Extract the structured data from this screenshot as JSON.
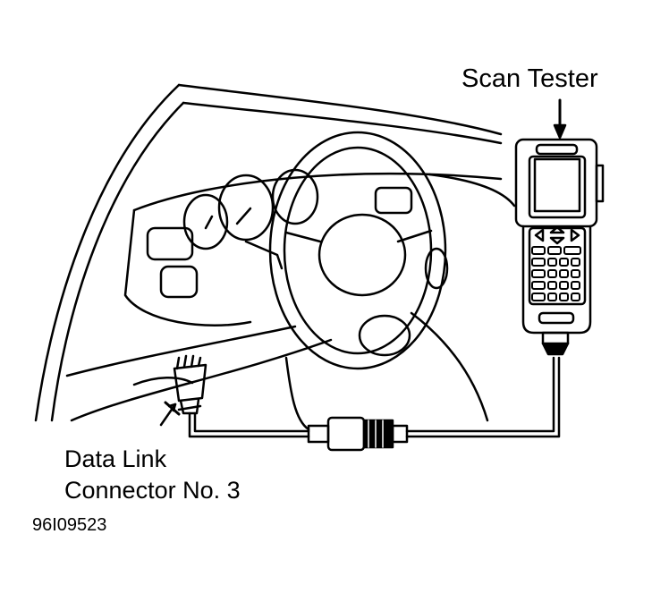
{
  "labels": {
    "scan_tester": "Scan Tester",
    "data_link_line1": "Data Link",
    "data_link_line2": "Connector No. 3",
    "figure_id": "96I09523"
  }
}
